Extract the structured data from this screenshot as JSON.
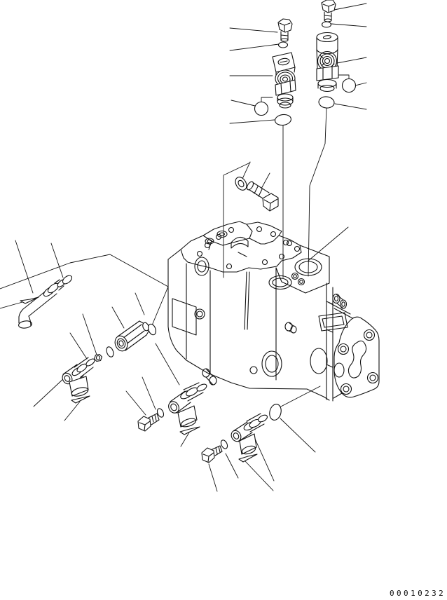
{
  "drawing": {
    "number": "00010232"
  },
  "colors": {
    "line": "#111111",
    "background": "#ffffff"
  },
  "parts": [
    {
      "name": "hex-plug-top-left"
    },
    {
      "name": "o-ring-top-left"
    },
    {
      "name": "relief-valve-left"
    },
    {
      "name": "callout-balloon-left"
    },
    {
      "name": "callout-ellipse-left"
    },
    {
      "name": "hex-plug-top-right"
    },
    {
      "name": "o-ring-top-right"
    },
    {
      "name": "relief-valve-right"
    },
    {
      "name": "callout-balloon-right"
    },
    {
      "name": "callout-ellipse-right"
    },
    {
      "name": "washer"
    },
    {
      "name": "hex-bolt"
    },
    {
      "name": "elbow-fitting-upper-left"
    },
    {
      "name": "o-ring-elbow"
    },
    {
      "name": "straight-coupling"
    },
    {
      "name": "o-ring-coupling"
    },
    {
      "name": "o-ring-small"
    },
    {
      "name": "nut"
    },
    {
      "name": "elbow-fitting-lower-left"
    },
    {
      "name": "plug-lower-left"
    },
    {
      "name": "o-ring-plug-left"
    },
    {
      "name": "elbow-fitting-bottom-center"
    },
    {
      "name": "plug-bottom-center"
    },
    {
      "name": "o-ring-bottom-center"
    },
    {
      "name": "elbow-fitting-bottom-right"
    },
    {
      "name": "callout-ellipse-bottom"
    },
    {
      "name": "pump-body"
    }
  ]
}
